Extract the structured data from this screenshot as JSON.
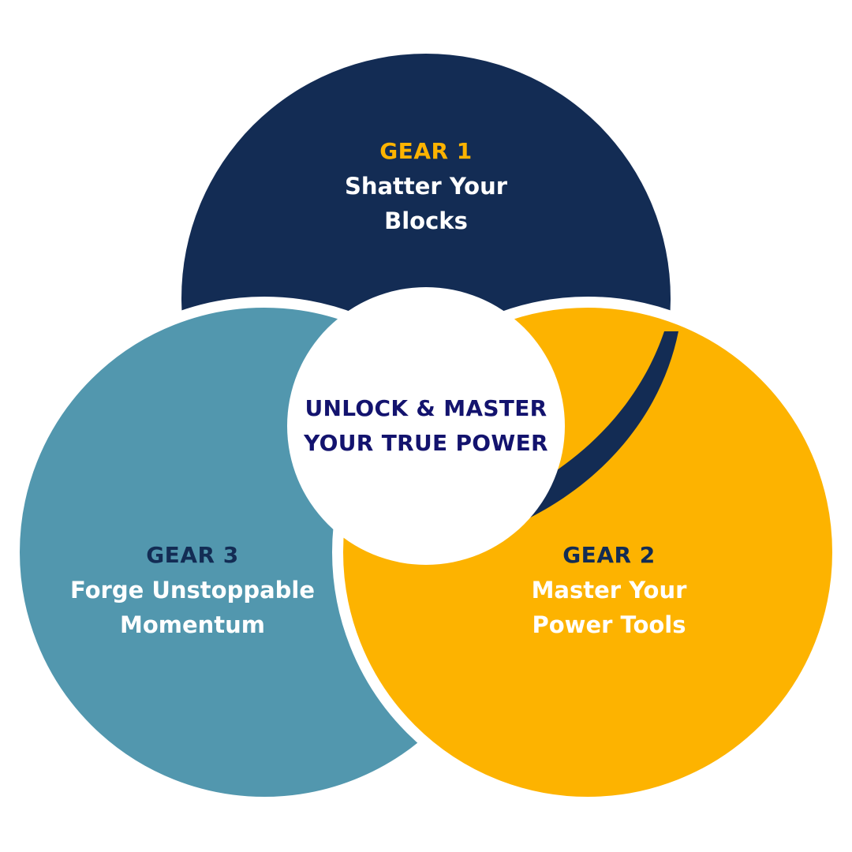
{
  "colors": {
    "background": "#ffffff",
    "navy": "#132c54",
    "gold": "#fdb300",
    "teal": "#5297ae",
    "white": "#ffffff",
    "center_text": "#13136e",
    "gear3_heading": "#132c54",
    "gear2_heading": "#132c54",
    "gear1_heading": "#fdb300"
  },
  "center": {
    "lines": [
      "UNLOCK & MASTER",
      "YOUR TRUE POWER"
    ]
  },
  "gears": [
    {
      "heading": "GEAR 1",
      "lines": [
        "Shatter Your",
        "Blocks"
      ]
    },
    {
      "heading": "GEAR 2",
      "lines": [
        "Master Your",
        "Power Tools"
      ]
    },
    {
      "heading": "GEAR 3",
      "lines": [
        "Forge Unstoppable",
        "Momentum"
      ]
    }
  ]
}
